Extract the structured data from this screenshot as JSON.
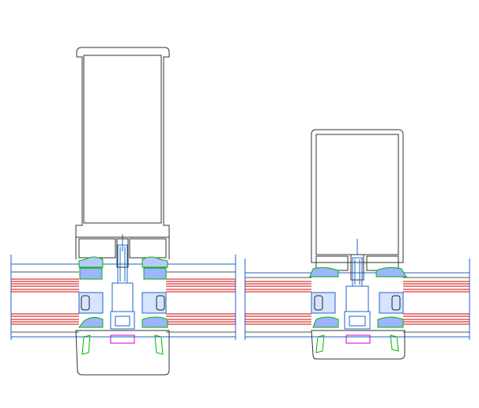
{
  "drawing": {
    "colors": {
      "background": "#ffffff",
      "profile": "#333333",
      "glass_edge": "#d40000",
      "glass_line": "#e06060",
      "axis": "#1e64c8",
      "gasket": "#00b400",
      "seal_fill": "#7a9cff",
      "spacer": "#00a0d0",
      "fastener": "#d200d2"
    },
    "sections": [
      {
        "id": "tall-mullion-section",
        "glass_panes": 2
      },
      {
        "id": "short-mullion-section",
        "glass_panes": 2
      }
    ]
  }
}
